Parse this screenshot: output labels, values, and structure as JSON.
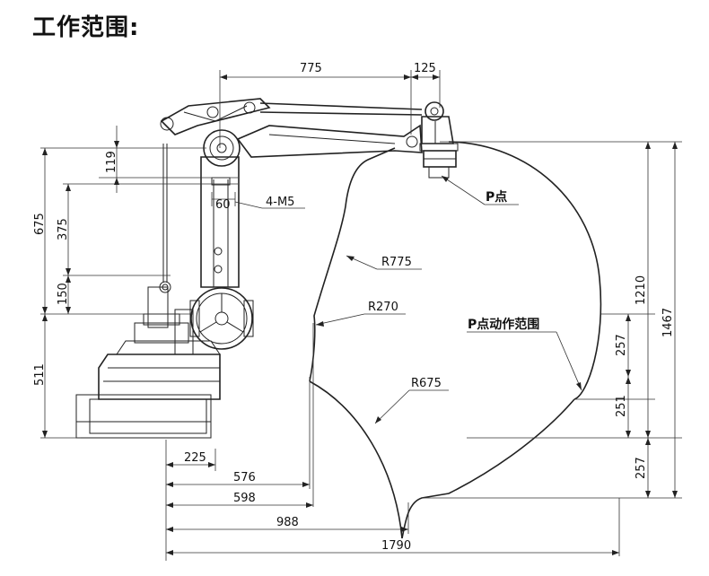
{
  "title": "工作范围:",
  "dims_top": {
    "reach": "775",
    "offset": "125"
  },
  "dims_left": {
    "d119": "119",
    "d675": "675",
    "d375": "375",
    "d150": "150",
    "d511": "511"
  },
  "dims_bottom": {
    "d225": "225",
    "d576": "576",
    "d598": "598",
    "d988": "988",
    "d1790": "1790"
  },
  "dims_right": {
    "d1210": "1210",
    "d1467": "1467",
    "d257a": "257",
    "d251": "251",
    "d257b": "257"
  },
  "labels": {
    "p_point": "P点",
    "mount": "4-M5",
    "d60": "60",
    "r775": "R775",
    "r270": "R270",
    "r675": "R675",
    "range": "P点动作范围"
  }
}
